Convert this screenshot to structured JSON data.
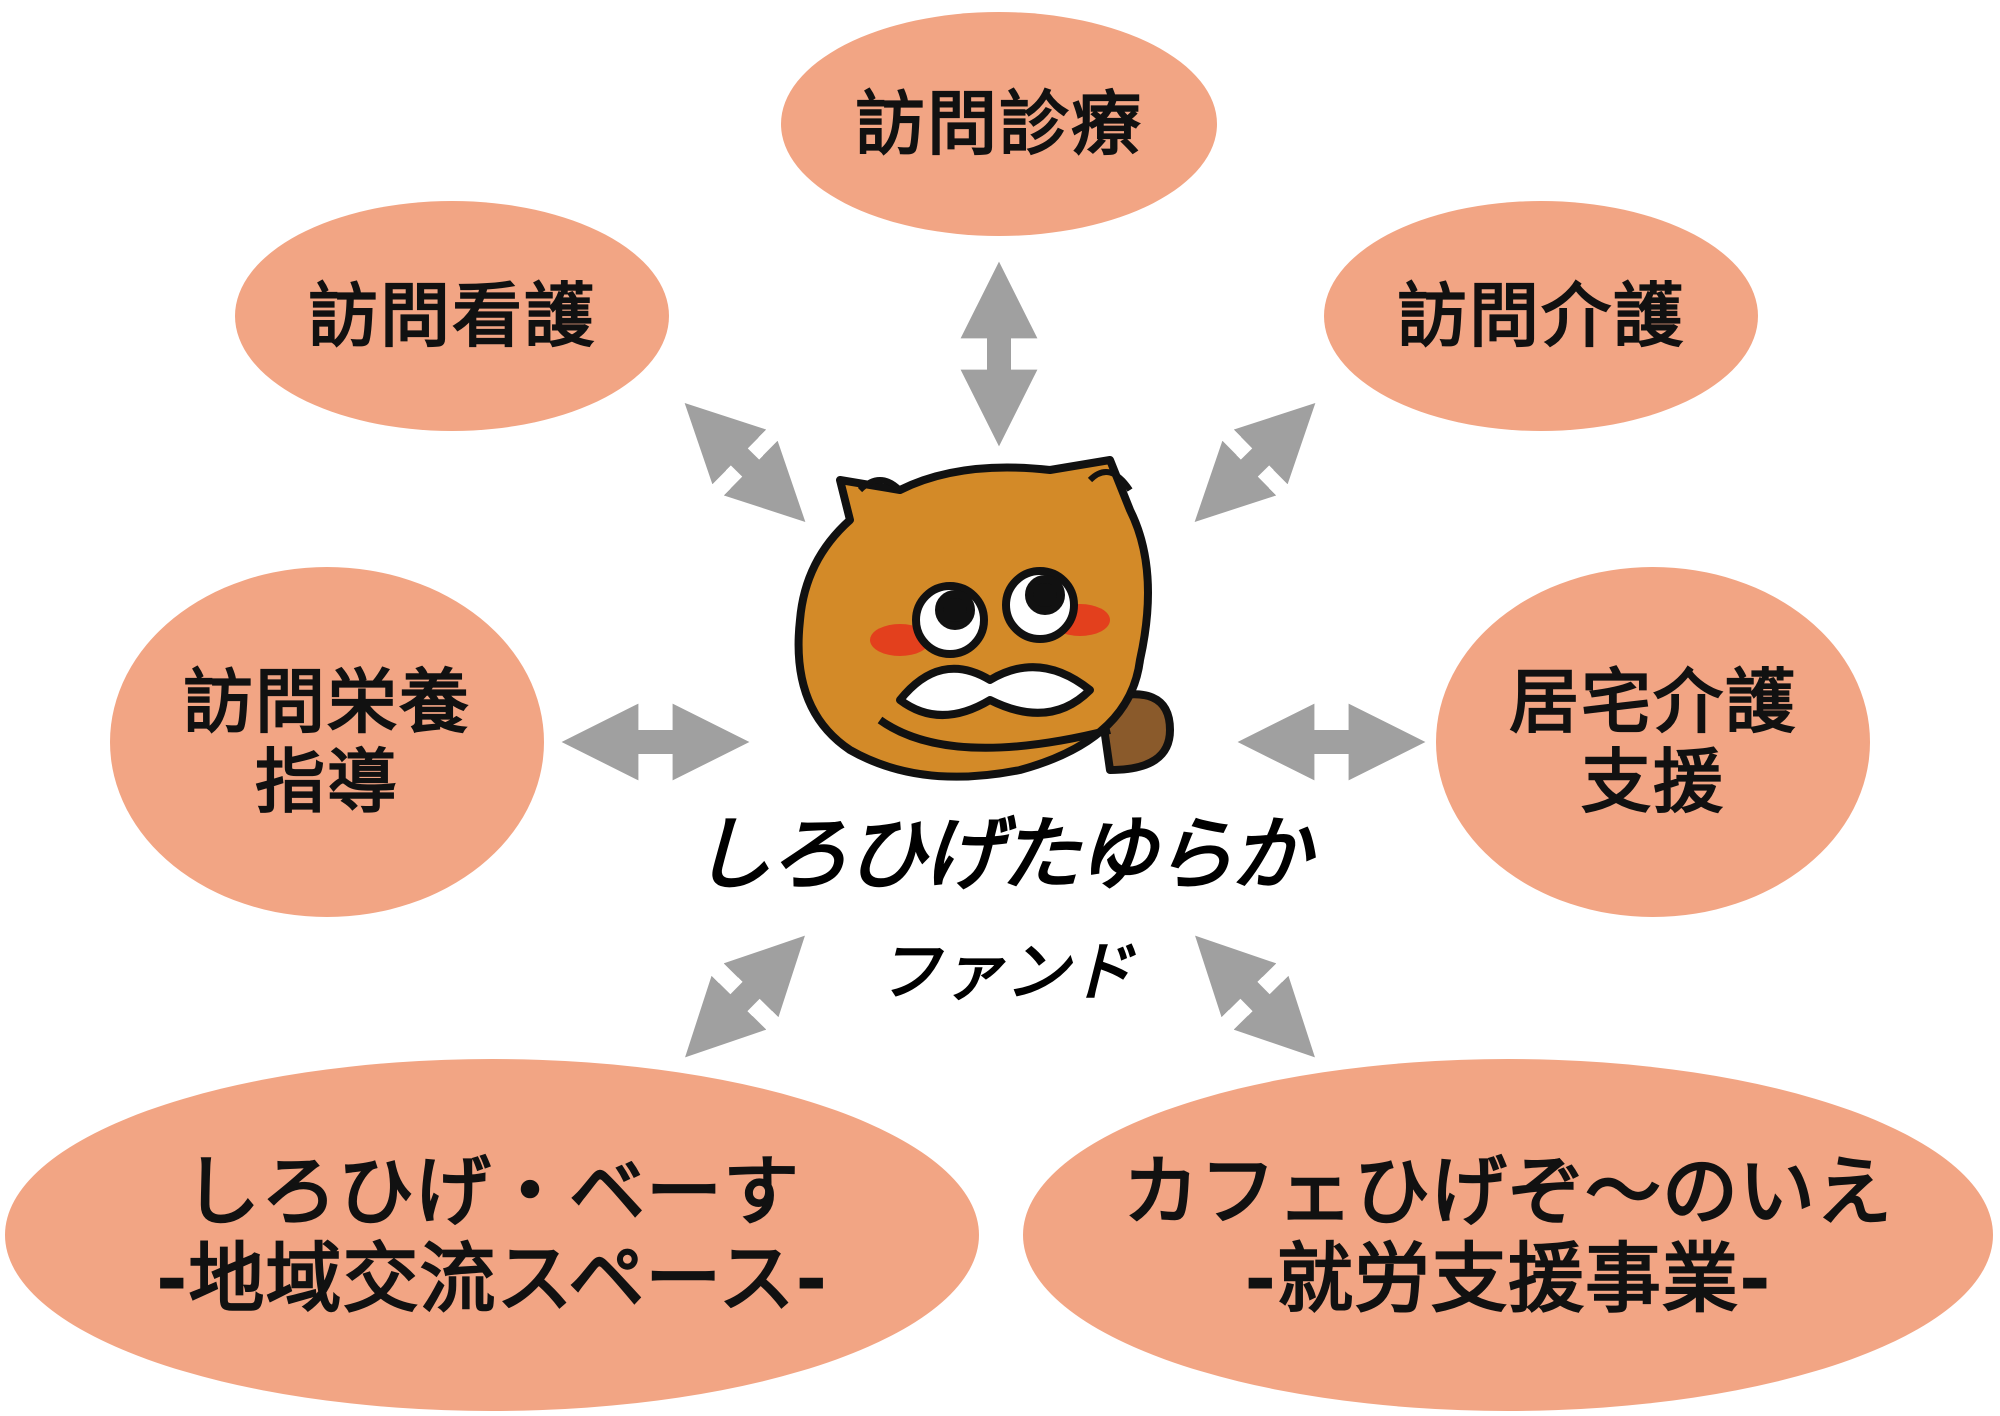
{
  "colors": {
    "bubble": "#f2a584",
    "arrow": "#a0a0a0",
    "text": "#111111"
  },
  "center": {
    "logo_line1": "しろひげたゆらか",
    "logo_line2": "ファンド"
  },
  "services": {
    "top": {
      "lines": [
        "訪問診療"
      ]
    },
    "upper_left": {
      "lines": [
        "訪問看護"
      ]
    },
    "upper_right": {
      "lines": [
        "訪問介護"
      ]
    },
    "left": {
      "lines": [
        "訪問栄養",
        "指導"
      ]
    },
    "right": {
      "lines": [
        "居宅介護",
        "支援"
      ]
    },
    "bottom_left": {
      "lines": [
        "しろひげ・ベーす",
        "-地域交流スペース-"
      ]
    },
    "bottom_right": {
      "lines": [
        "カフェひげぞ～のいえ",
        "-就労支援事業-"
      ]
    }
  }
}
